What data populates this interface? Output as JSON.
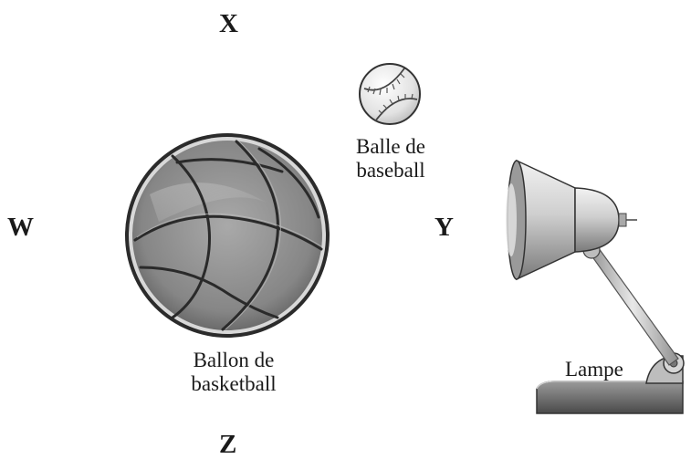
{
  "positions": {
    "x": "X",
    "w": "W",
    "y": "Y",
    "z": "Z"
  },
  "objects": {
    "baseball": {
      "caption_line1": "Balle de",
      "caption_line2": "baseball",
      "icon": "baseball-icon"
    },
    "basketball": {
      "caption_line1": "Ballon de",
      "caption_line2": "basketball",
      "icon": "basketball-icon"
    },
    "lamp": {
      "caption": "Lampe",
      "icon": "lamp-icon"
    }
  },
  "colors": {
    "text": "#1a1a1a",
    "ball_gray": "#8a8a8a",
    "outline": "#222222"
  }
}
